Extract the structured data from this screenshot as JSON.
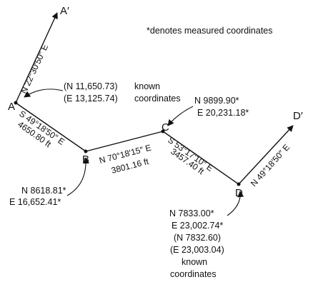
{
  "note": "*denotes measured coordinates",
  "points": {
    "A_prime": "A′",
    "A": "A",
    "B": "B",
    "C": "C",
    "D": "D",
    "D_prime": "D′"
  },
  "bearings": {
    "A_Aprime": "N 22°30′50″ E",
    "A_B": "S 49°18′50″ E",
    "B_C": "N 70°18′15″ E",
    "C_D": "S 53°17′10″ E",
    "D_Dprime": "N 49°18′50″ E"
  },
  "distances": {
    "A_B": "4650.80 ft",
    "B_C": "3801.16 ft",
    "C_D": "3457.40 ft"
  },
  "A_coords": {
    "north": "(N 11,650.73)",
    "east": "(E 13,125.74)",
    "label1": "known",
    "label2": "coordinates"
  },
  "B_coords": {
    "north": "N 8618.81*",
    "east": "E 16,652.41*"
  },
  "C_coords": {
    "north": "N 9899.90*",
    "east": "E 20,231.18*"
  },
  "D_coords": {
    "north_measured": "N 7833.00*",
    "east_measured": "E 23,002.74*",
    "north_known": "(N 7832.60)",
    "east_known": "(E 23,003.04)",
    "label1": "known",
    "label2": "coordinates"
  }
}
